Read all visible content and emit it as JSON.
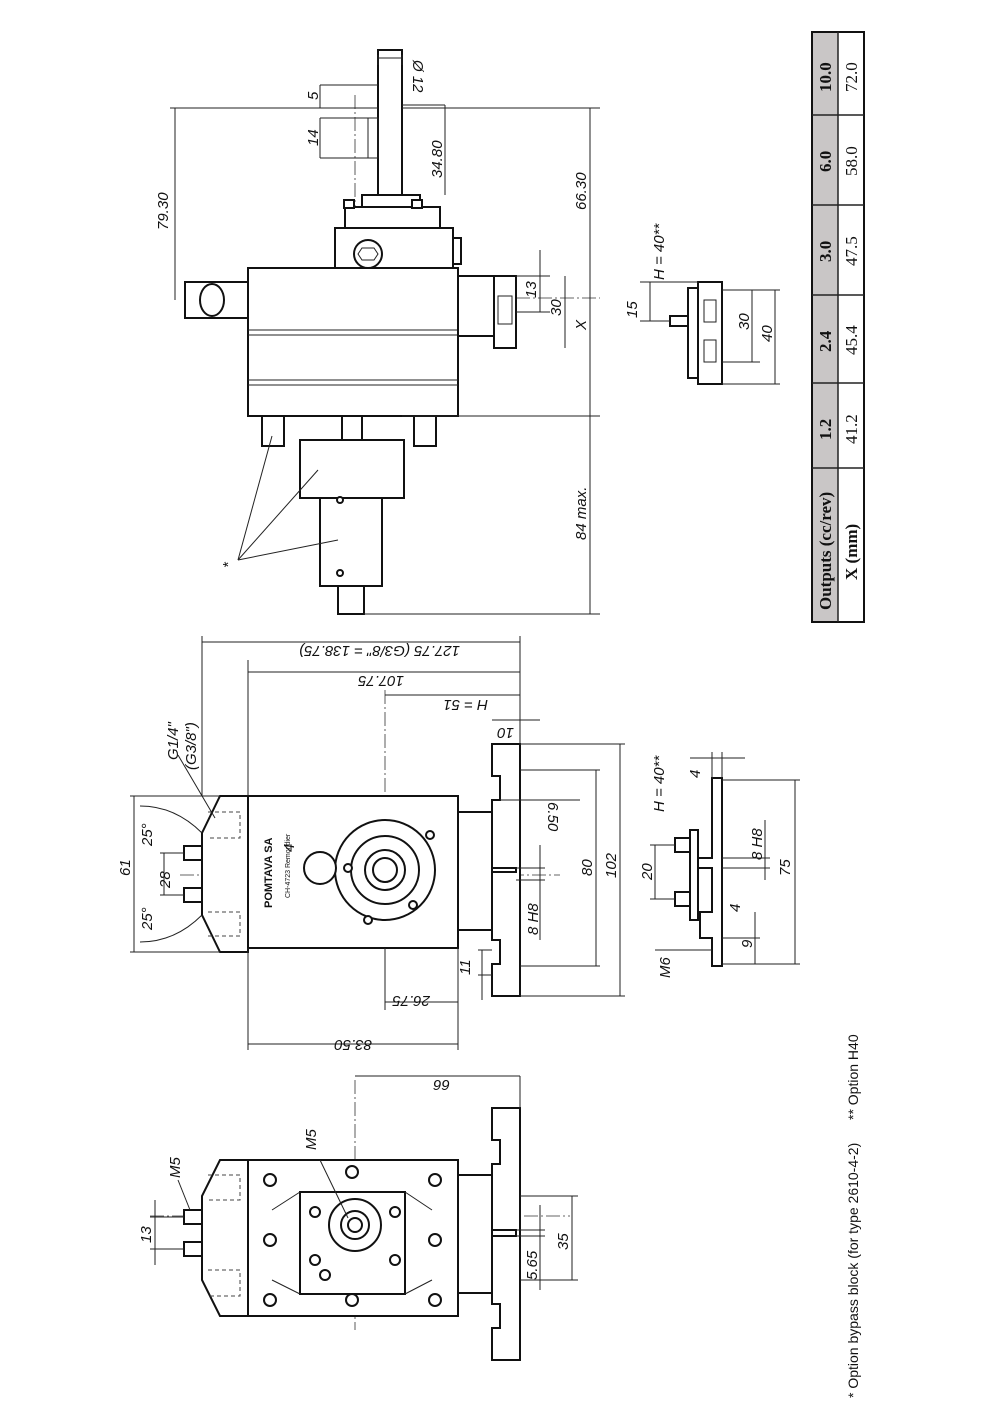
{
  "drawing": {
    "top_view": {
      "shaft_diameter": "Ø 12",
      "dim_5": "5",
      "dim_14": "14",
      "dim_34_80": "34.80",
      "dim_79_30": "79.30",
      "dim_66_30": "66.30",
      "dim_13": "13",
      "dim_30": "30",
      "dim_x": "X",
      "dim_84_max": "84 max.",
      "asterisk": "*"
    },
    "h40_side": {
      "label": "H = 40**",
      "dim_15": "15",
      "dim_30": "30",
      "dim_40": "40"
    },
    "side_view": {
      "port_label": "G1/4\"",
      "port_label_alt": "(G3/8\")",
      "dim_61": "61",
      "dim_28": "28",
      "angle_top": "25°",
      "angle_bottom": "25°",
      "dim_4": "4",
      "dim_127_75": "127.75 (G3/8\" = 138.75)",
      "dim_107_75": "107.75",
      "dim_h51": "H = 51",
      "dim_10": "10",
      "dim_6_50": "6.50",
      "dim_80": "80",
      "dim_102": "102",
      "dim_8h8": "8 H8",
      "dim_11": "11",
      "dim_26_75": "26.75",
      "dim_83_50": "83.50",
      "brand": "POMTAVA SA",
      "model": "CH-4723 Remondier"
    },
    "h40_front": {
      "label": "H = 40**",
      "dim_4_top": "4",
      "dim_8h8": "8 H8",
      "dim_20": "20",
      "dim_75": "75",
      "dim_4_bottom": "4",
      "dim_9": "9",
      "dim_m6": "M6"
    },
    "bottom_view": {
      "dim_m5_top": "M5",
      "dim_13": "13",
      "dim_m5": "M5",
      "dim_66": "66",
      "dim_5_65": "5.65",
      "dim_35": "35"
    },
    "footnotes": {
      "bypass": "* Option bypass block (for type 2610-4-2)",
      "h40": "** Option H40"
    }
  },
  "table": {
    "rows": [
      {
        "label": "Outputs (cc/rev)",
        "values": [
          "1.2",
          "2.4",
          "3.0",
          "6.0",
          "10.0"
        ]
      },
      {
        "label": "X (mm)",
        "values": [
          "41.2",
          "45.4",
          "47.5",
          "58.0",
          "72.0"
        ]
      }
    ],
    "header_fill": "#c9c6c6"
  }
}
